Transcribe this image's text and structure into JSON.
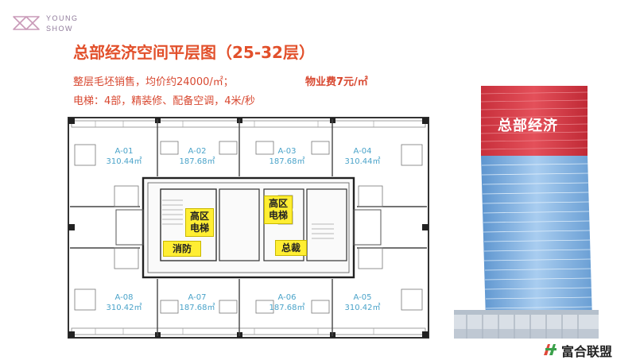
{
  "logo": {
    "line1": "YOUNG",
    "line2": "SHOW"
  },
  "title": "总部经济空间平层图（25-32层）",
  "info": {
    "line1": "整层毛坯销售，均价约24000/㎡；",
    "fee": "物业费7元/㎡",
    "line2": "电梯：4部，精装修、配备空调，4米/秒"
  },
  "units": [
    {
      "id": "A-01",
      "area": "310.44㎡"
    },
    {
      "id": "A-02",
      "area": "187.68㎡"
    },
    {
      "id": "A-03",
      "area": "187.68㎡"
    },
    {
      "id": "A-04",
      "area": "310.44㎡"
    },
    {
      "id": "A-08",
      "area": "310.42㎡"
    },
    {
      "id": "A-07",
      "area": "187.68㎡"
    },
    {
      "id": "A-06",
      "area": "187.68㎡"
    },
    {
      "id": "A-05",
      "area": "310.42㎡"
    }
  ],
  "core_labels": {
    "elevator_left_l1": "高区",
    "elevator_left_l2": "电梯",
    "fire": "消防",
    "elevator_right_l1": "高区",
    "elevator_right_l2": "电梯",
    "ceo": "总裁"
  },
  "tower_label": "总部经济",
  "brand": {
    "name": "富合联盟"
  },
  "colors": {
    "accent": "#e2502b",
    "unit_text": "#4aa3c9",
    "highlight": "#ffee33",
    "tower_top": "#d93a45",
    "tower_glass": "#7fb3e0"
  }
}
